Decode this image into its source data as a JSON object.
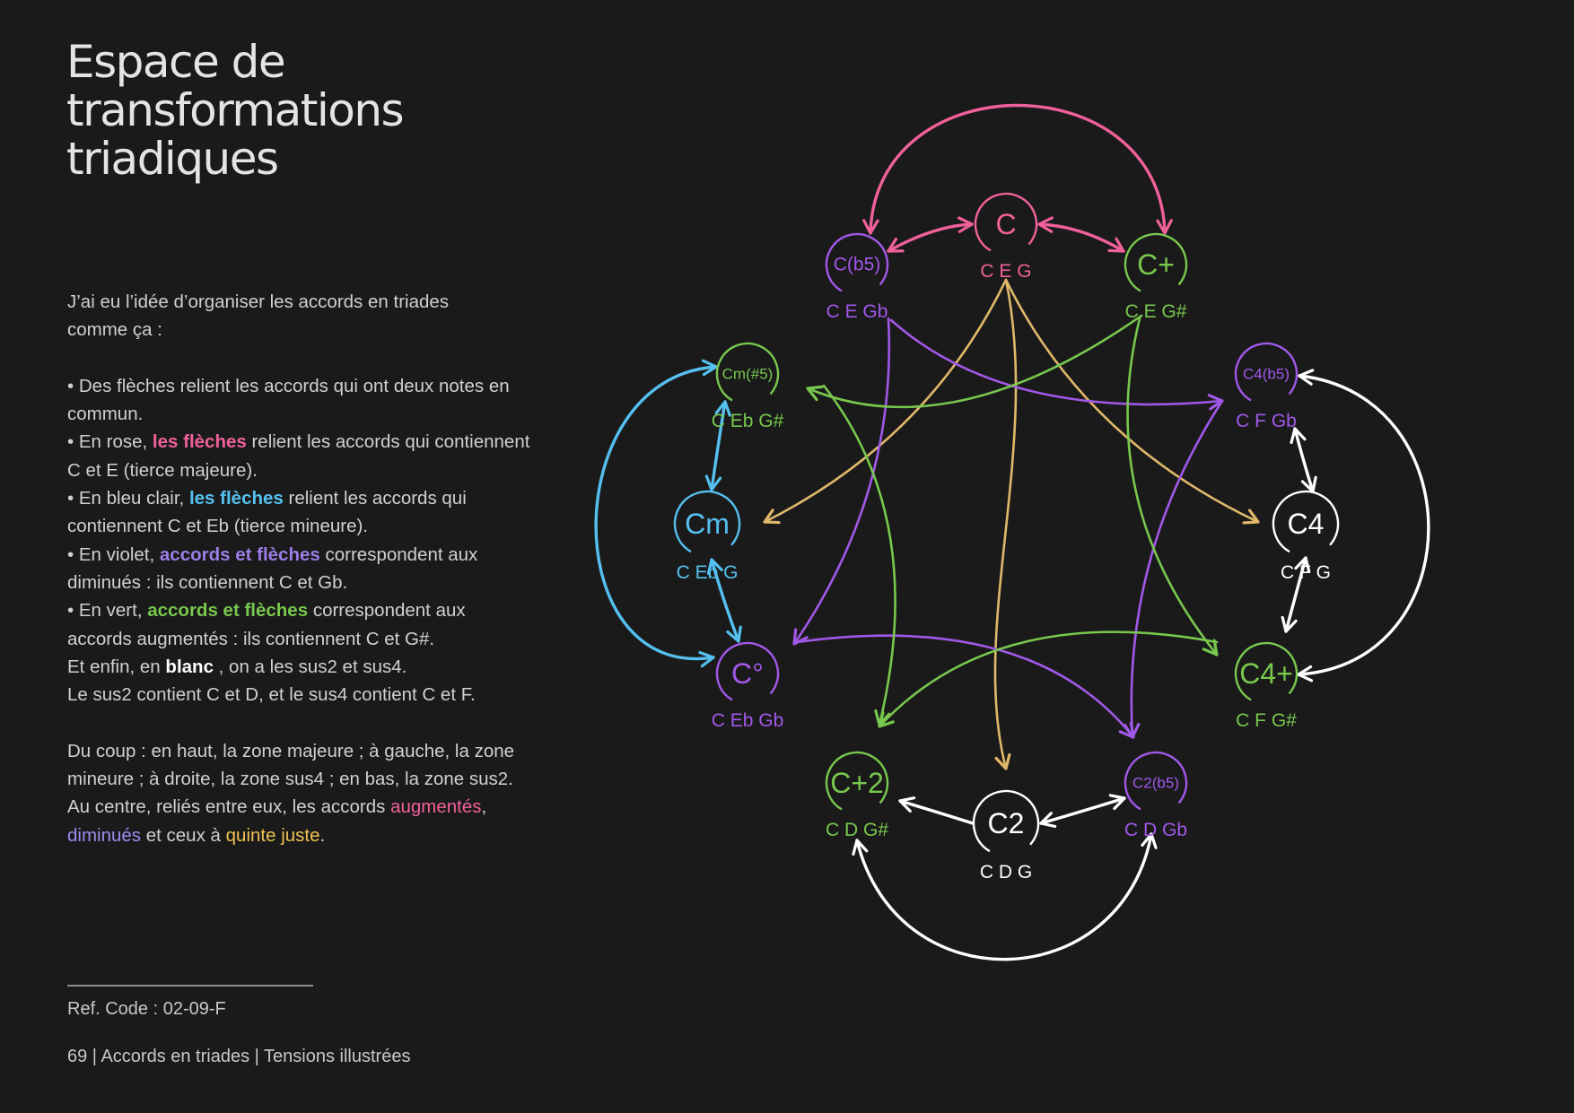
{
  "title": [
    "Espace de",
    "transformations",
    "triadiques"
  ],
  "intro": [
    "J’ai eu l’idée d’organiser les accords en triades",
    "comme ça :"
  ],
  "bullets": {
    "b1": "• Des flèches relient les accords qui ont deux notes en commun.",
    "b2_pre": "• En rose, ",
    "b2_hl": "les flèches",
    "b2_post": " relient les accords qui contiennent C et E (tierce majeure).",
    "b3_pre": "• En bleu clair, ",
    "b3_hl": "les flèches",
    "b3_post": " relient les accords qui contiennent C et Eb (tierce mineure).",
    "b4_pre": "• En violet, ",
    "b4_hl": "accords et flèches",
    "b4_post": " correspondent aux diminués : ils contiennent C et Gb.",
    "b5_pre": "• En vert, ",
    "b5_hl": "accords et flèches",
    "b5_post": " correspondent aux accords augmentés : ils contiennent C et G#.",
    "b6_pre": "Et enfin, en ",
    "b6_hl": "blanc",
    "b6_post": " , on a les sus2 et sus4.",
    "b7": "Le sus2 contient C et D, et le sus4 contient C et F."
  },
  "summary": {
    "text": "Du coup : en haut, la zone majeure ; à gauche, la zone mineure ; à droite, la zone sus4 ; en bas, la zone sus2. Au centre, reliés entre eux, les accords ",
    "w1": "augmentés",
    "sep": ", ",
    "w2": "diminués",
    "mid": " et ceux à ",
    "w3": "quinte juste",
    "end": "."
  },
  "ref_code": "Ref. Code : 02-09-F",
  "footer": "69 | Accords en triades | Tensions illustrées",
  "colors": {
    "background": "#1a1a1a",
    "pink": "#f0619a",
    "blue": "#55c0ef",
    "violet": "#a158e8",
    "green": "#78c84e",
    "yellow": "#e0b86a",
    "white": "#ffffff"
  },
  "chords": [
    {
      "id": "C",
      "name": "C",
      "notes": "C E G",
      "color": "pink"
    },
    {
      "id": "Cb5",
      "name": "C(b5)",
      "notes": "C E Gb",
      "color": "violet"
    },
    {
      "id": "Caug",
      "name": "C+",
      "notes": "C E G#",
      "color": "green"
    },
    {
      "id": "Cm5",
      "name": "Cm(#5)",
      "notes": "C Eb G#",
      "color": "green"
    },
    {
      "id": "Cm",
      "name": "Cm",
      "notes": "C Eb G",
      "color": "blue"
    },
    {
      "id": "Cdim",
      "name": "C°",
      "notes": "C Eb Gb",
      "color": "violet"
    },
    {
      "id": "C4b5",
      "name": "C4(b5)",
      "notes": "C F Gb",
      "color": "violet"
    },
    {
      "id": "C4",
      "name": "C4",
      "notes": "C F G",
      "color": "white"
    },
    {
      "id": "C4aug",
      "name": "C4+",
      "notes": "C F G#",
      "color": "green"
    },
    {
      "id": "C2aug",
      "name": "C+2",
      "notes": "C D G#",
      "color": "green"
    },
    {
      "id": "C2",
      "name": "C2",
      "notes": "C D G",
      "color": "white"
    },
    {
      "id": "C2b5",
      "name": "C2(b5)",
      "notes": "C D Gb",
      "color": "violet"
    }
  ],
  "arrows": [
    {
      "from": "C",
      "to": "Cb5",
      "color": "pink",
      "type": "double"
    },
    {
      "from": "C",
      "to": "Caug",
      "color": "pink",
      "type": "double"
    },
    {
      "from": "Cb5",
      "to": "Caug",
      "color": "pink",
      "type": "double"
    },
    {
      "from": "Cm5",
      "to": "Cm",
      "color": "blue",
      "type": "double"
    },
    {
      "from": "Cm",
      "to": "Cdim",
      "color": "blue",
      "type": "double"
    },
    {
      "from": "Cm5",
      "to": "Cdim",
      "color": "blue",
      "type": "double"
    },
    {
      "from": "C4b5",
      "to": "C4",
      "color": "white",
      "type": "double"
    },
    {
      "from": "C4",
      "to": "C4aug",
      "color": "white",
      "type": "double"
    },
    {
      "from": "C4b5",
      "to": "C4aug",
      "color": "white",
      "type": "double"
    },
    {
      "from": "C2",
      "to": "C2aug",
      "color": "white",
      "type": "single"
    },
    {
      "from": "C2",
      "to": "C2b5",
      "color": "white",
      "type": "double"
    },
    {
      "from": "C2aug",
      "to": "C2b5",
      "color": "white",
      "type": "double"
    },
    {
      "from": "C",
      "to": "Cm",
      "color": "yellow",
      "type": "single"
    },
    {
      "from": "C",
      "to": "C4",
      "color": "yellow",
      "type": "single"
    },
    {
      "from": "C",
      "to": "C2",
      "color": "yellow",
      "type": "single"
    },
    {
      "from": "Cb5",
      "to": "Cdim",
      "color": "violet",
      "type": "single"
    },
    {
      "from": "Cb5",
      "to": "C4b5",
      "color": "violet",
      "type": "single"
    },
    {
      "from": "Cdim",
      "to": "C2b5",
      "color": "violet",
      "type": "single"
    },
    {
      "from": "C4b5",
      "to": "C2b5",
      "color": "violet",
      "type": "single"
    },
    {
      "from": "Caug",
      "to": "Cm5",
      "color": "green",
      "type": "single"
    },
    {
      "from": "Caug",
      "to": "C4aug",
      "color": "green",
      "type": "single"
    },
    {
      "from": "Cm5",
      "to": "C2aug",
      "color": "green",
      "type": "single"
    },
    {
      "from": "C4aug",
      "to": "C2aug",
      "color": "green",
      "type": "single"
    }
  ]
}
